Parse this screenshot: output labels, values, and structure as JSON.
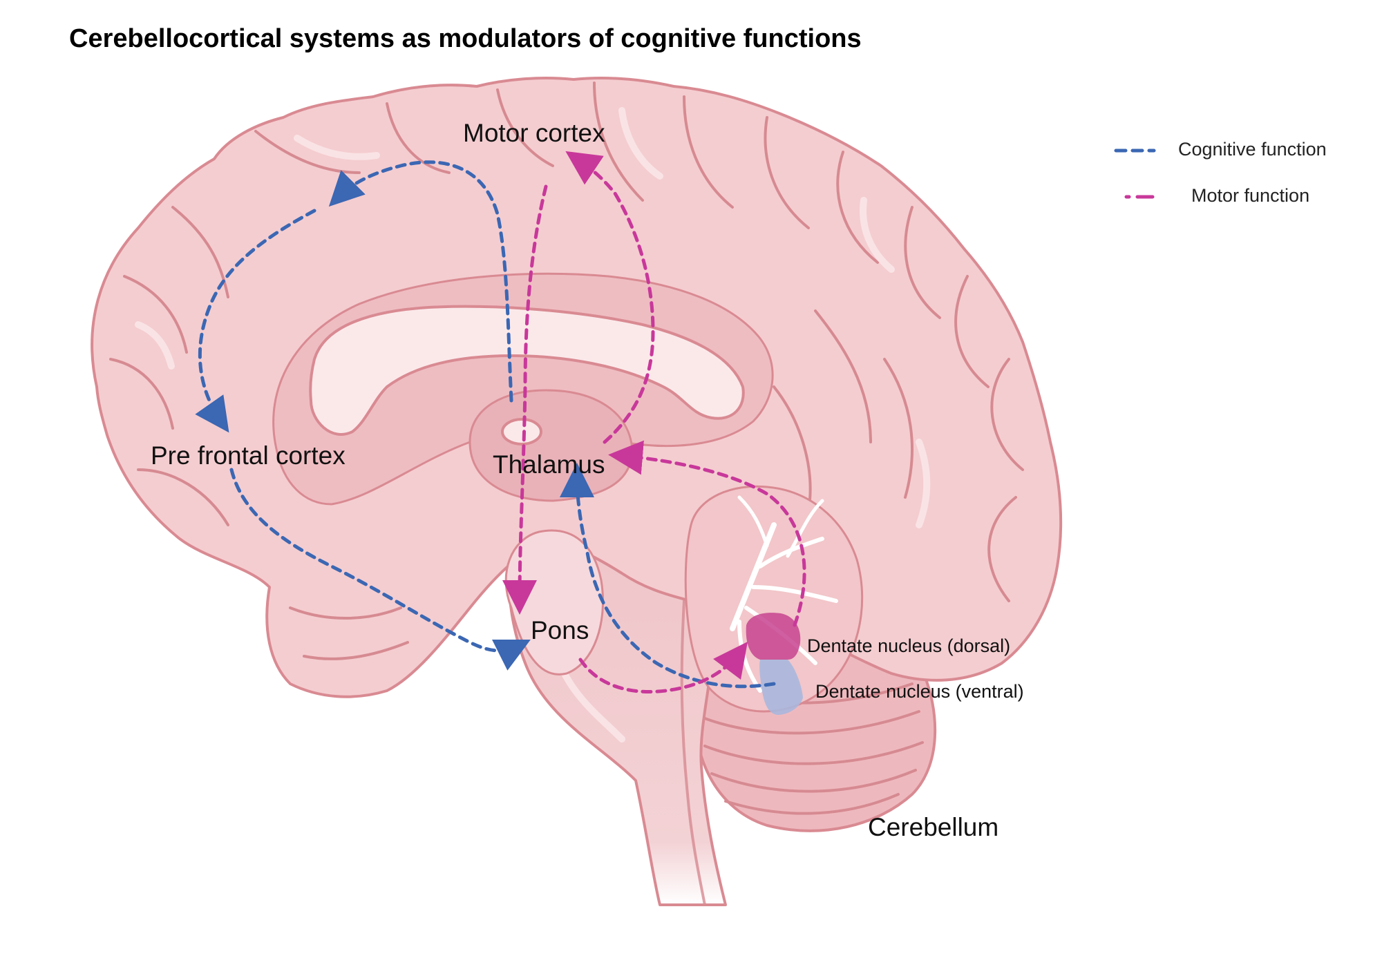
{
  "title": "Cerebellocortical systems as modulators of cognitive functions",
  "labels": {
    "motor_cortex": "Motor cortex",
    "prefrontal_cortex": "Pre frontal cortex",
    "thalamus": "Thalamus",
    "pons": "Pons",
    "dentate_dorsal": "Dentate nucleus (dorsal)",
    "dentate_ventral": "Dentate nucleus (ventral)",
    "cerebellum": "Cerebellum"
  },
  "legend": {
    "cognitive": "Cognitive function",
    "motor": "Motor function"
  },
  "colors": {
    "cognitive": "#3b67b3",
    "motor": "#c8389a",
    "brain_fill": "#f4cdd0",
    "brain_outline": "#d98a92",
    "dentate_dorsal": "#c7438f",
    "dentate_ventral": "#a9b7dd"
  }
}
